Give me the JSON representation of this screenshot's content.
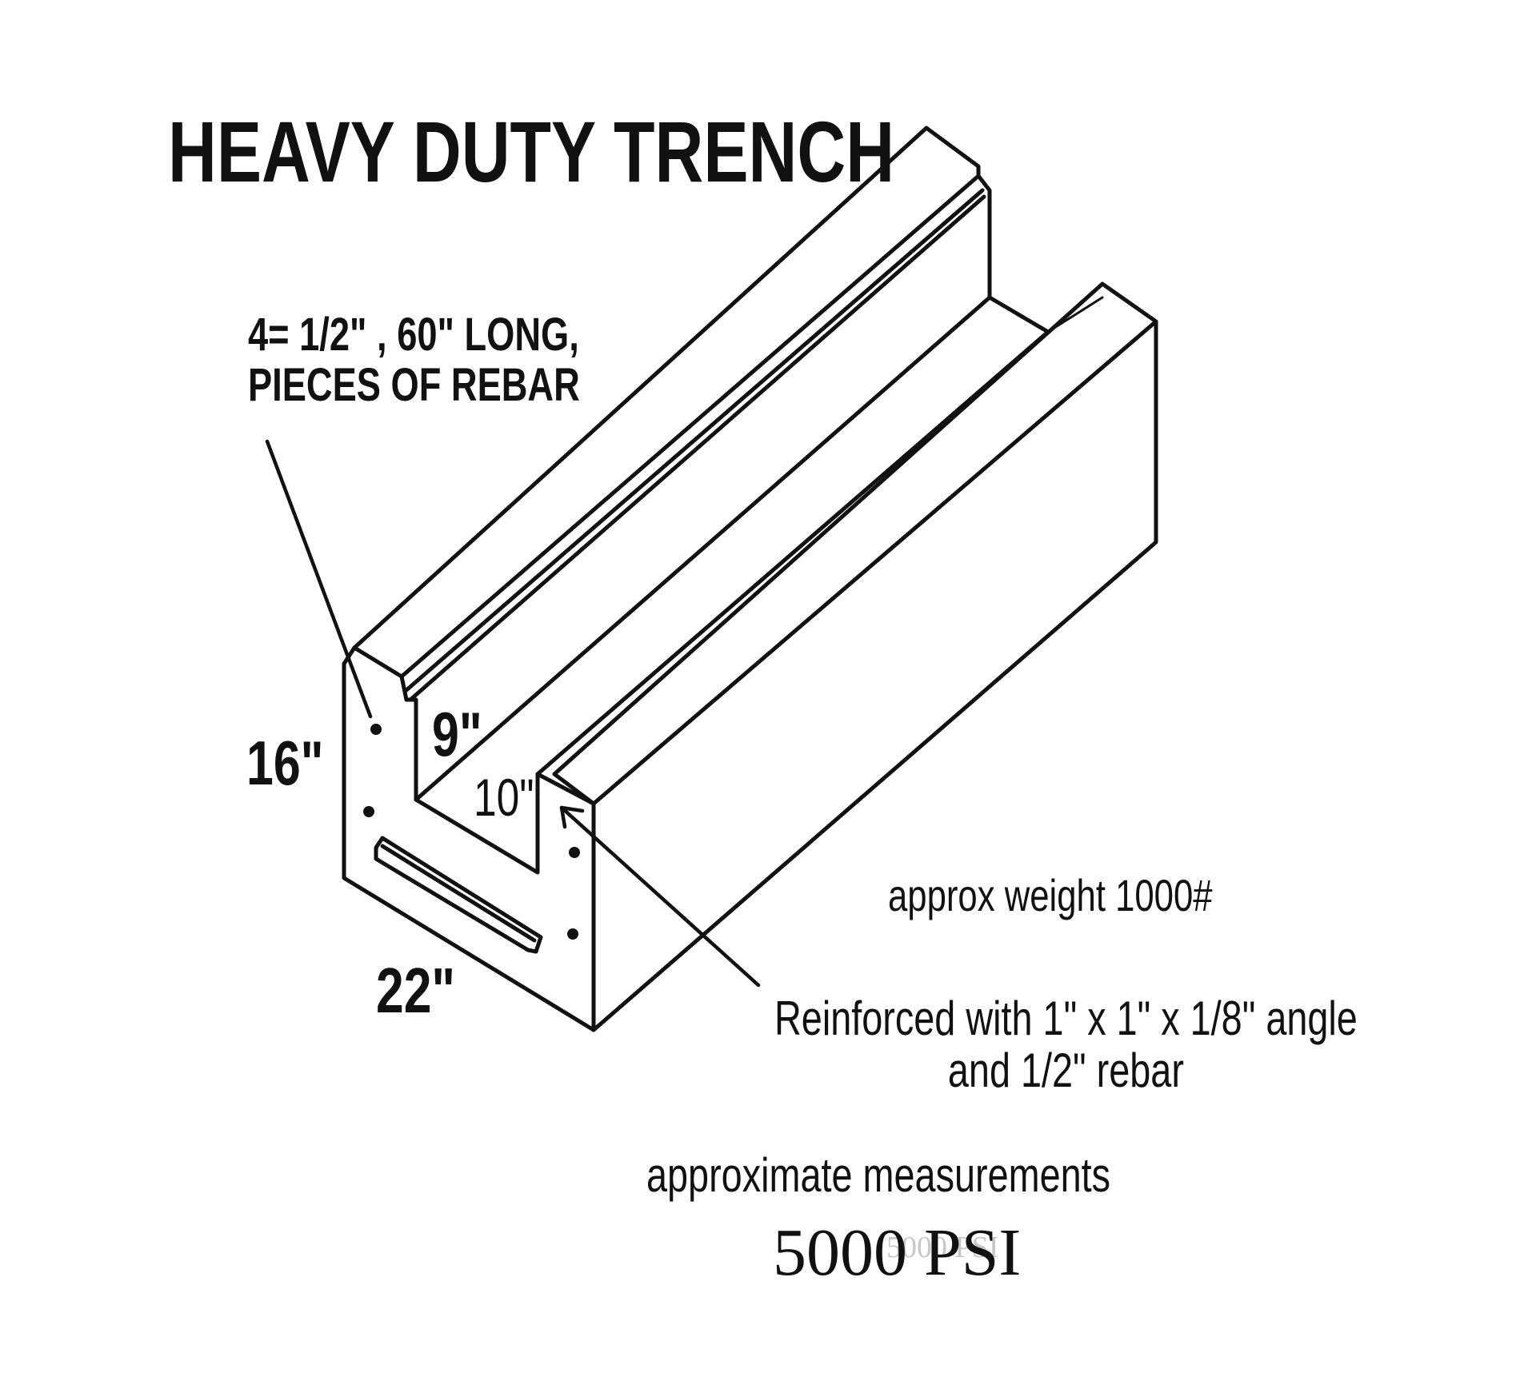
{
  "title": "HEAVY DUTY TRENCH",
  "rebar_note": {
    "line1": "4= 1/2\" , 60\" LONG,",
    "line2": "PIECES OF REBAR"
  },
  "dimensions": {
    "height": "16\"",
    "inner_width": "9\"",
    "inner_depth": "10\"",
    "width": "22\""
  },
  "weight_note": "approx weight 1000#",
  "reinforcement_note": {
    "line1": "Reinforced with 1\" x 1\" x 1/8\" angle",
    "line2": "and 1/2\" rebar"
  },
  "measurements_note": "approximate measurements",
  "strength": "5000 PSI",
  "strength_sketch": "5000 PSI"
}
